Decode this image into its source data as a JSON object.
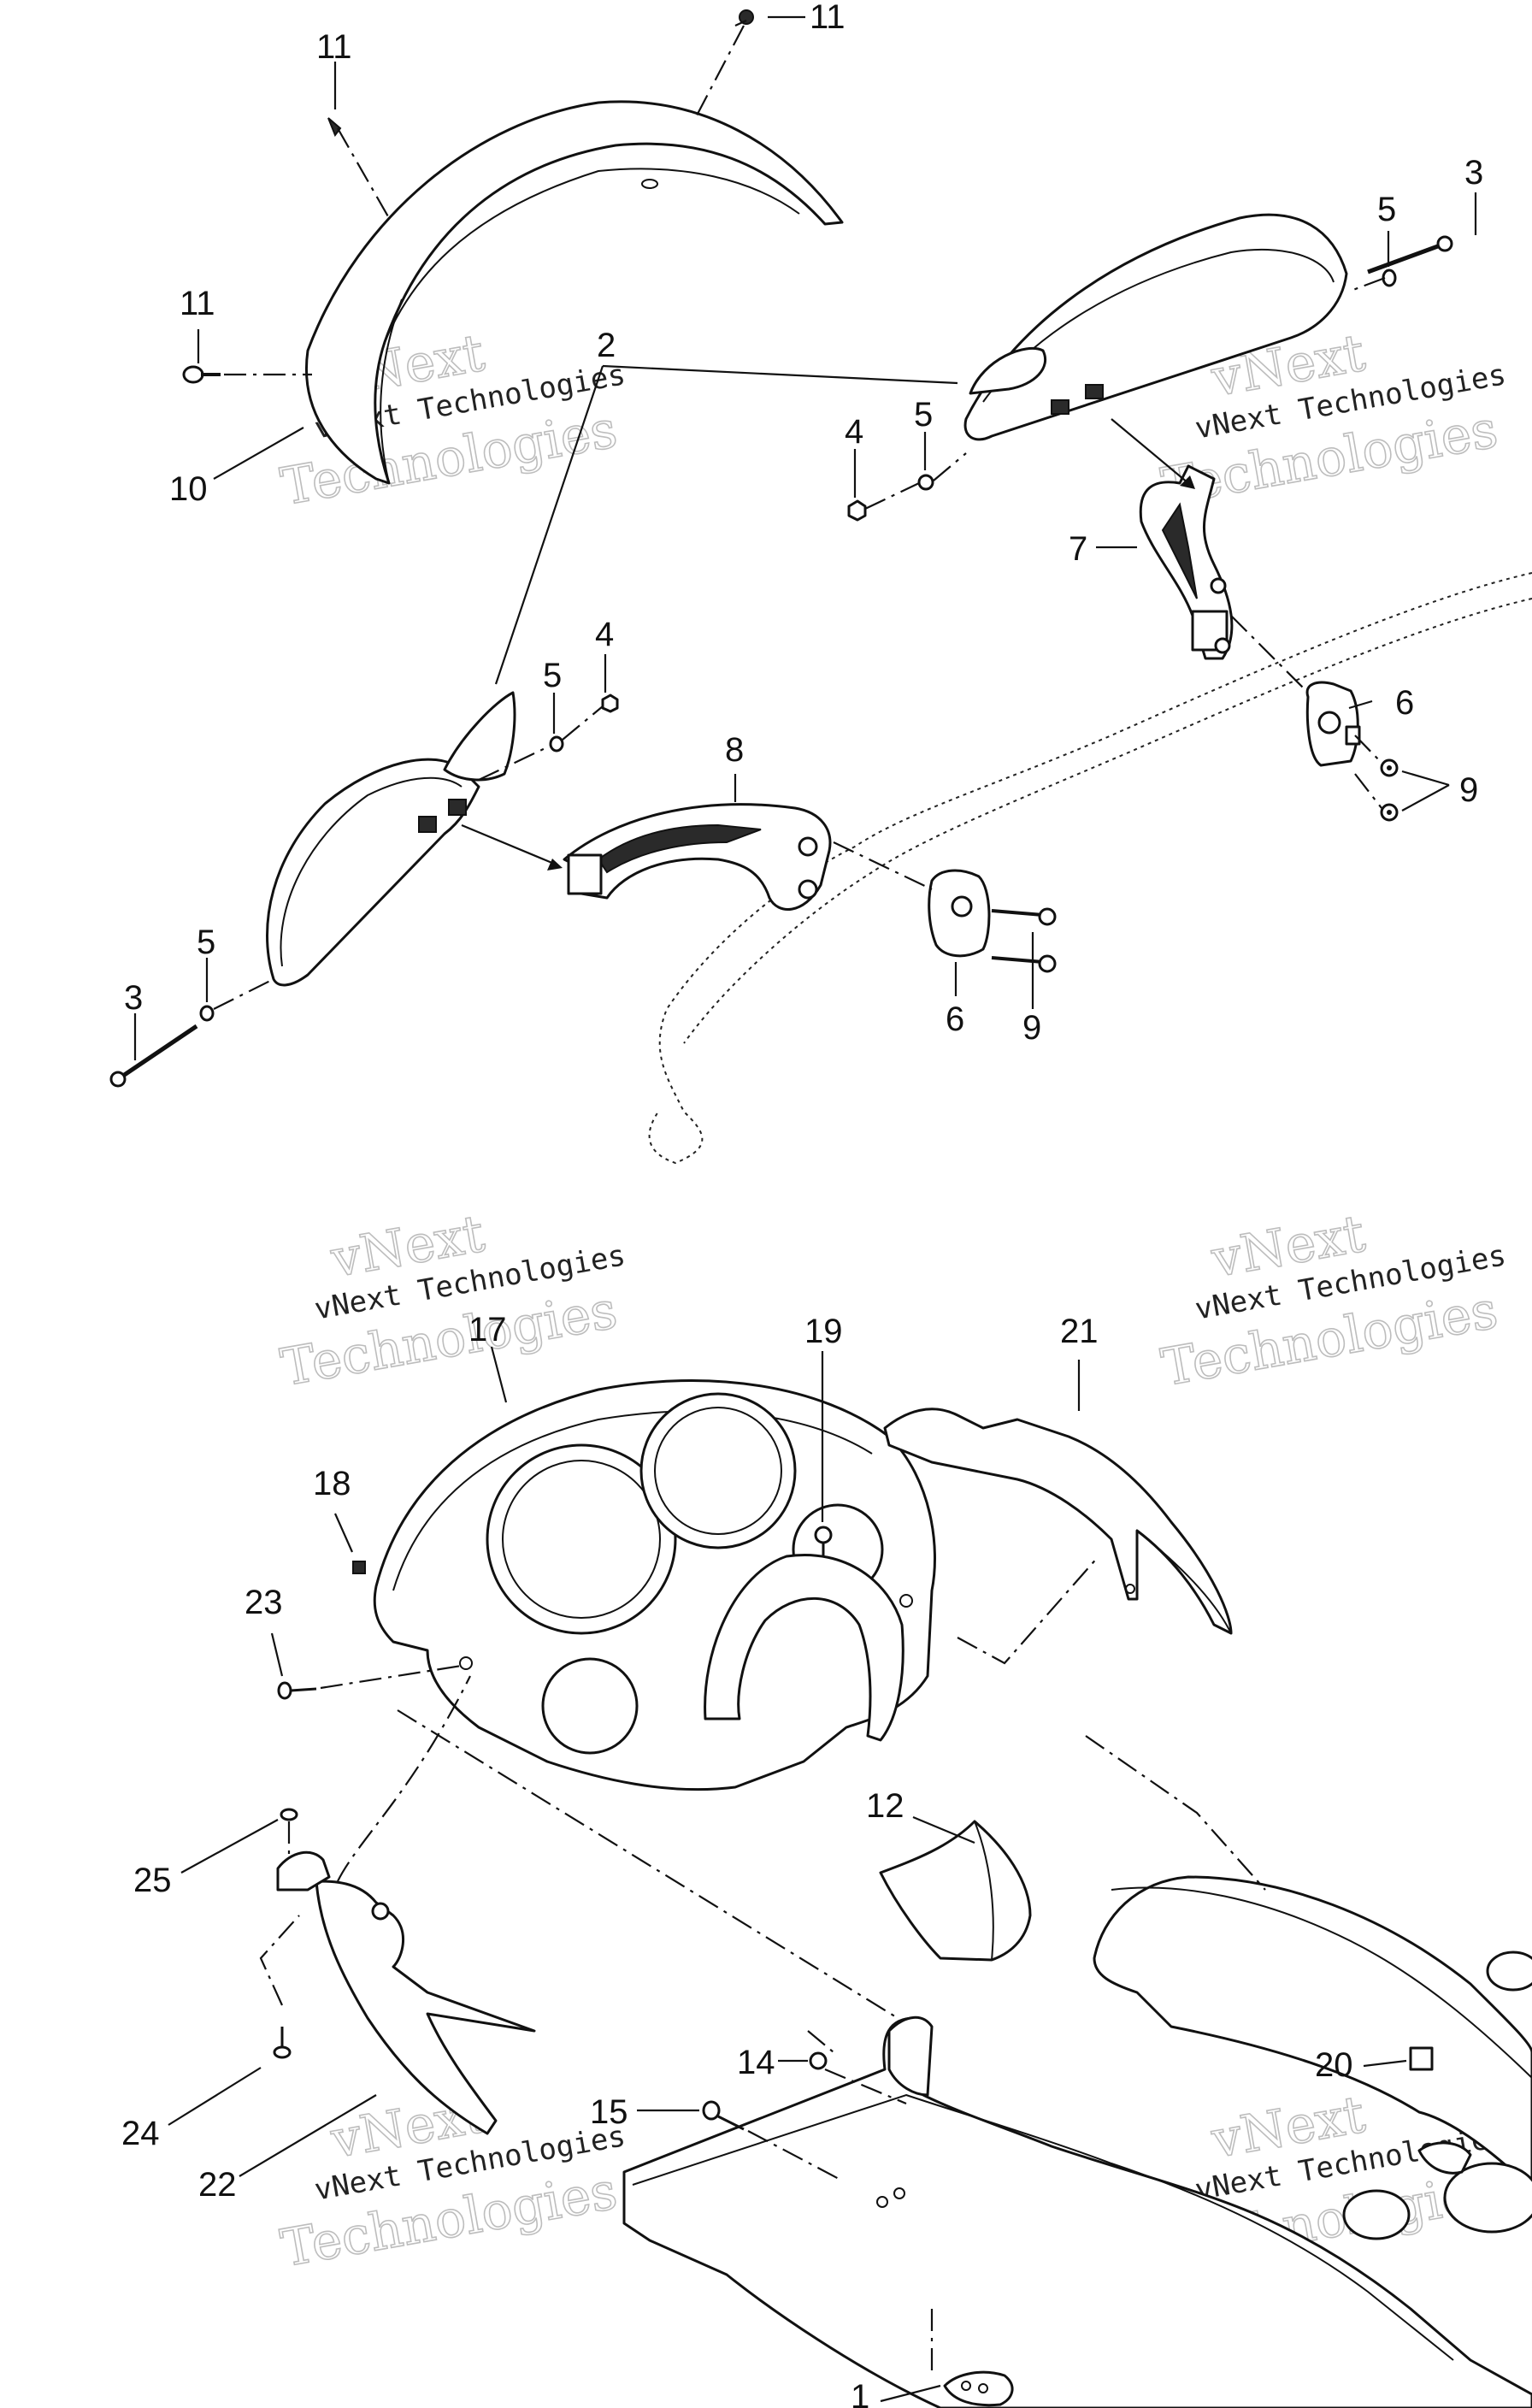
{
  "callouts": {
    "c1": "1",
    "c2": "2",
    "c3a": "3",
    "c3b": "3",
    "c4a": "4",
    "c4b": "4",
    "c5a": "5",
    "c5b": "5",
    "c5c": "5",
    "c5d": "5",
    "c6a": "6",
    "c6b": "6",
    "c7": "7",
    "c8": "8",
    "c9a": "9",
    "c9b": "9",
    "c10": "10",
    "c11a": "11",
    "c11b": "11",
    "c11c": "11",
    "c12": "12",
    "c14": "14",
    "c15": "15",
    "c17": "17",
    "c18": "18",
    "c19": "19",
    "c20": "20",
    "c21": "21",
    "c22": "22",
    "c23": "23",
    "c24": "24",
    "c25": "25"
  },
  "watermark": {
    "line1": "vNext",
    "line2": "vNext Technologies",
    "line3": "Technologies"
  }
}
